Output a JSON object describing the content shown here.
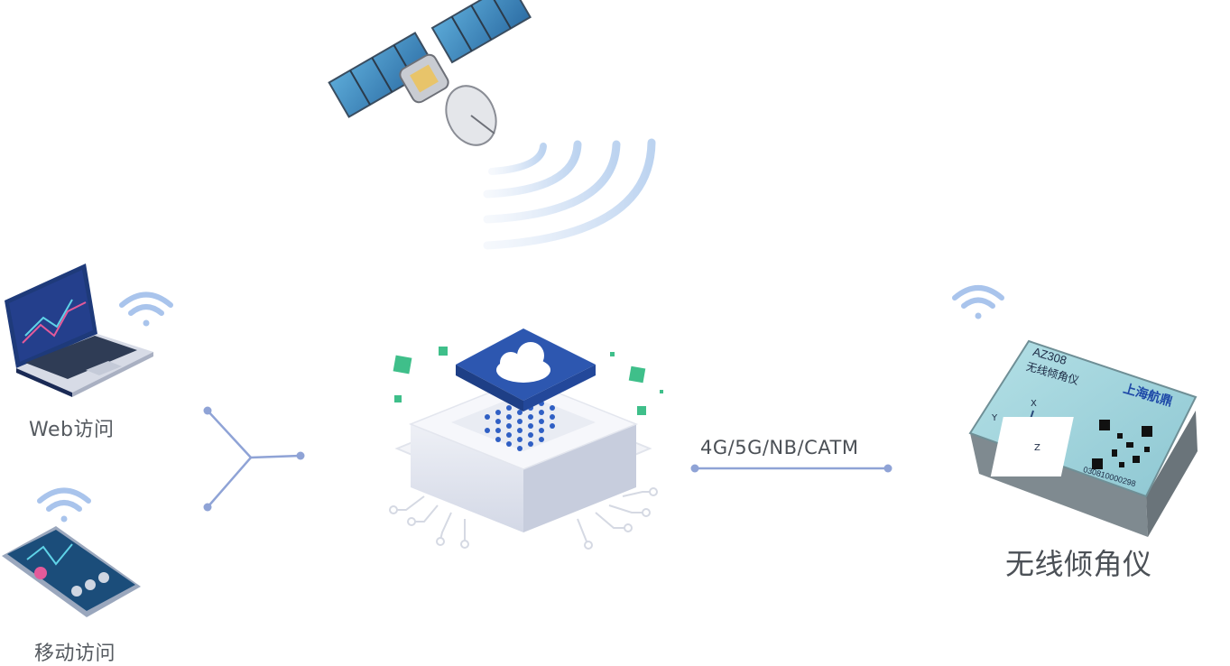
{
  "labels": {
    "web_access": "Web访问",
    "mobile_access": "移动访问",
    "link": "4G/5G/NB/CATM",
    "device": "无线倾角仪"
  },
  "device_face": {
    "model": "AZ308",
    "name": "无线倾角仪",
    "brand": "上海航鼎",
    "serial": "030810000298",
    "axes": [
      "X",
      "Y",
      "Z"
    ]
  },
  "colors": {
    "line": "#8fa3d6",
    "cloud_blue": "#2d57b0",
    "wifi": "#a9c4ec",
    "green": "#3fbf8a",
    "device_body": "#9fd3dc"
  }
}
